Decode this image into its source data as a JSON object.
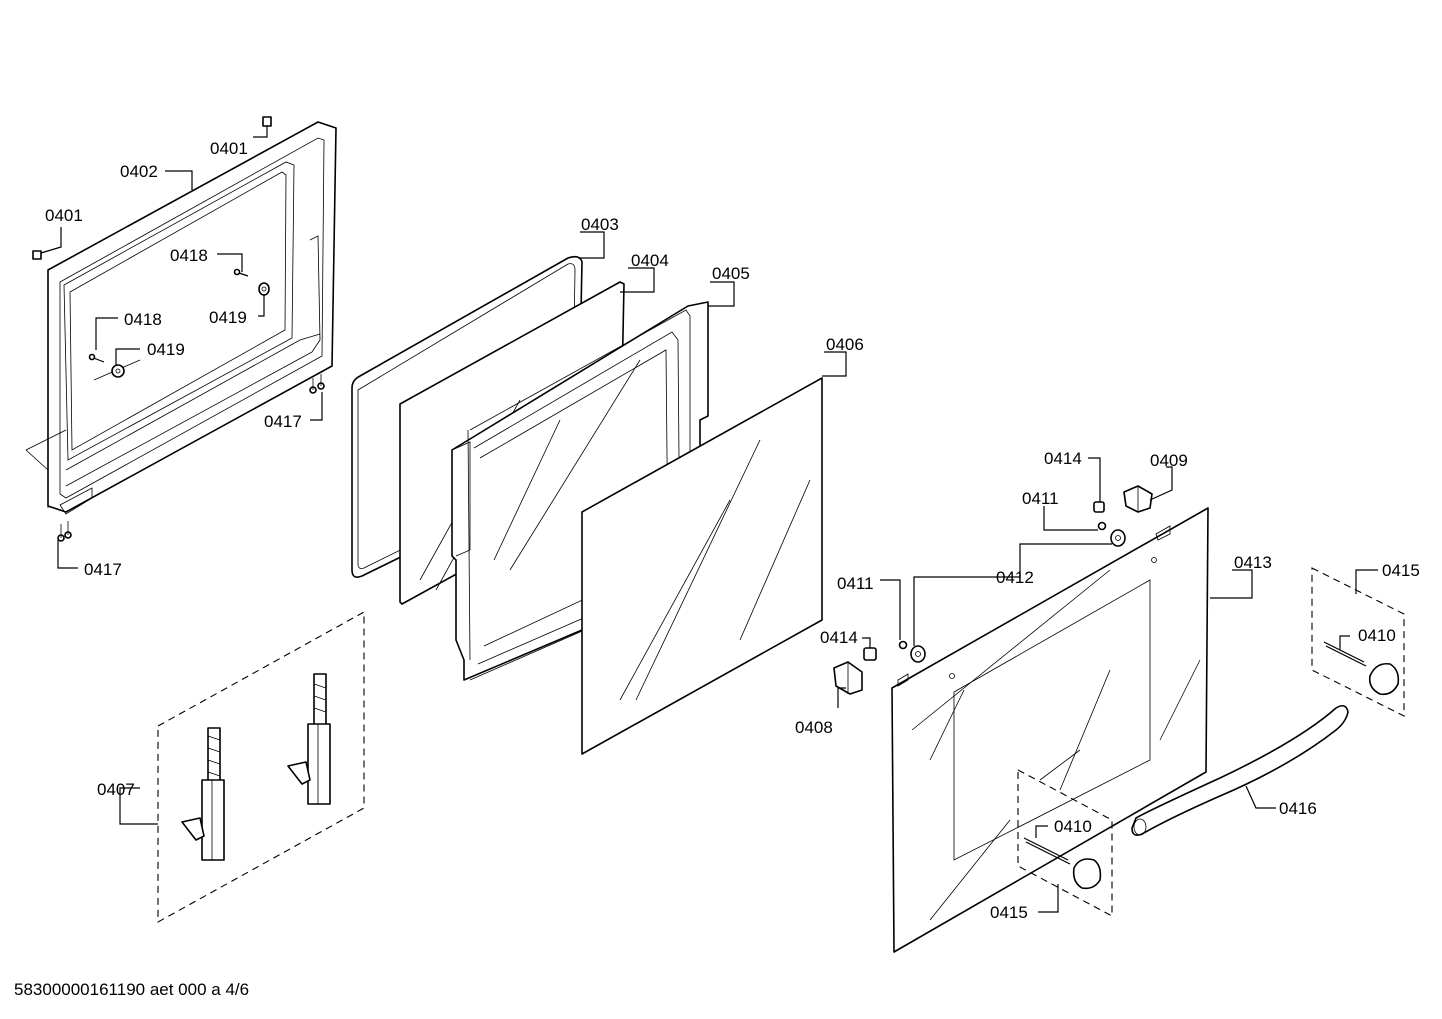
{
  "labels": {
    "l0401a": "0401",
    "l0401b": "0401",
    "l0402": "0402",
    "l0403": "0403",
    "l0404": "0404",
    "l0405": "0405",
    "l0406": "0406",
    "l0407": "0407",
    "l0408": "0408",
    "l0409": "0409",
    "l0410a": "0410",
    "l0410b": "0410",
    "l0411a": "0411",
    "l0411b": "0411",
    "l0412": "0412",
    "l0413": "0413",
    "l0414a": "0414",
    "l0414b": "0414",
    "l0415a": "0415",
    "l0415b": "0415",
    "l0416": "0416",
    "l0417a": "0417",
    "l0417b": "0417",
    "l0418a": "0418",
    "l0418b": "0418",
    "l0419a": "0419",
    "l0419b": "0419"
  },
  "footer": "58300000161190 aet 000 a 4/6"
}
